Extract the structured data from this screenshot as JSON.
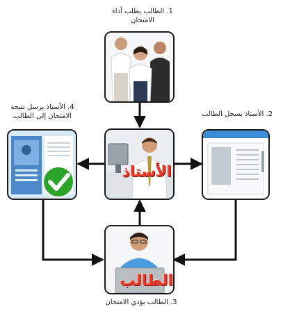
{
  "nodes": {
    "step1": {
      "label_line1": "1. الطالب يطلب أداء",
      "label_line2": "الامتحان"
    },
    "step2": {
      "label_line1": "2. الأستاذ يسجل الطالب"
    },
    "step3": {
      "label_line1": "3. الطالب يؤدي الامتحان",
      "overlay": "الطالب"
    },
    "step4": {
      "label_line1": "4. الأستاذ يرسل نتيجة",
      "label_line2": "الامتحان إلى الطالب"
    },
    "center": {
      "overlay": "الأستاذ"
    }
  },
  "icons": {
    "top": "students-group-photo",
    "center": "teacher-at-computer-photo",
    "right": "document-window-icon",
    "left": "result-document-checkmark-icon",
    "bottom": "student-with-laptop-photo"
  },
  "colors": {
    "arrow": "#111111",
    "overlay_text": "#e8392a",
    "check_green": "#2aa52a",
    "window_blue": "#3d8ad6"
  }
}
